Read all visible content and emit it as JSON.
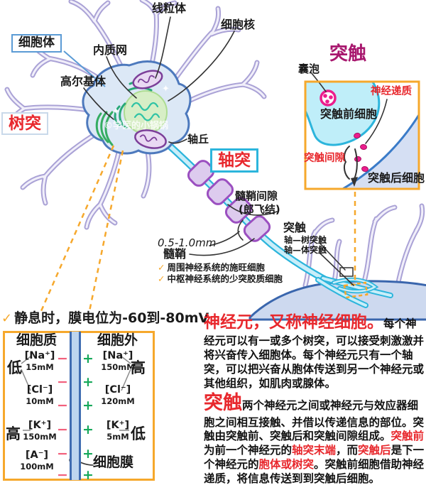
{
  "watermark": {
    "text": "©学医的小锅锅",
    "sparkle": "✦"
  },
  "colors": {
    "red": "#e8282d",
    "magenta": "#a8186e",
    "orange": "#f6a82c",
    "axon_cyan": "#2cb5dc",
    "myelin_purple": "#9b4fc0",
    "cell_border_blue": "#4d79bd",
    "vesicle_pink": "#ec1d8d",
    "plus_green": "#16a85a",
    "minus_pink": "#f2607c"
  },
  "neuron": {
    "labels": {
      "mitochondria": "线粒体",
      "nucleus": "细胞核",
      "cell_body": "细胞体",
      "er": "内质网",
      "golgi": "高尔基体",
      "dendrite": "树突",
      "axon_hillock": "轴丘",
      "axon": "轴突"
    }
  },
  "myelin": {
    "gap_label": "髓鞘间隙",
    "gap_sublabel": "(郎飞结)",
    "length": "0.5-1.0mm",
    "sheath_label": "髓鞘",
    "check_icon": "✓",
    "notes": [
      "周围神经系统的施旺细胞",
      "中枢神经系统的少突胶质细胞"
    ]
  },
  "synapse_types": {
    "title": "突触",
    "items": [
      "轴—树突触",
      "轴—体突触"
    ]
  },
  "synapse_inset": {
    "title": "突触",
    "vesicle": "囊泡",
    "presynaptic": "突触前细胞",
    "neurotransmitter": "神经递质",
    "cleft": "突触间隙",
    "postsynaptic": "突触后细胞"
  },
  "membrane_panel": {
    "check_icon": "✓",
    "note": "静息时，膜电位为-60到-80mV",
    "col_left": "细胞质",
    "col_right": "细胞外",
    "low": "低",
    "high": "高",
    "membrane_label": "细胞膜",
    "minus": "−",
    "plus": "+",
    "ions_left": [
      {
        "name": "[Na⁺]",
        "conc": "15mM"
      },
      {
        "name": "[Cl⁻]",
        "conc": "10mM"
      },
      {
        "name": "[K⁺]",
        "conc": "150mM"
      },
      {
        "name": "[A⁻]",
        "conc": "100mM"
      }
    ],
    "ions_right": [
      {
        "name": "[Na⁺]",
        "conc": "150mM"
      },
      {
        "name": "[Cl⁻]",
        "conc": "120mM"
      },
      {
        "name": "[K⁺]",
        "conc": "5mM"
      }
    ]
  },
  "text_block": {
    "p1_title": "神经元，又称神经细胞。",
    "p1_body": "每个神经元可以有一或多个树突，可以接受刺激激并将兴奋传入细胞体。每个神经元只有一个轴突，可以把兴奋从胞体传送到另一个神经元或其他组织，如肌肉或腺体。",
    "p2_title": "突触",
    "p2": {
      "s1": "两个神经元之间或神经元与效应器细胞之间相互接触、并借以传递信息的部位。突触由突触前、突触后和突触间隙组成。",
      "s2": "突触前",
      "s3": "为前一个神经元的",
      "s4": "轴突末端",
      "s5": "，而",
      "s6": "突触后",
      "s7": "是下一个神经元的",
      "s8": "胞体或树突",
      "s9": "。突触前细胞借助神经递质，将信息传送到到突触后细胞。"
    }
  }
}
